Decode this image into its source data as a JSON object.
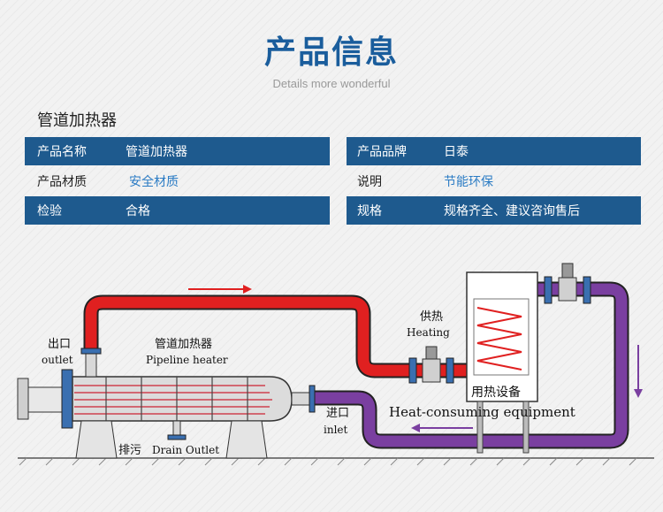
{
  "header": {
    "title": "产品信息",
    "subtitle": "Details more wonderful"
  },
  "product": {
    "name": "管道加热器"
  },
  "info_table": {
    "left": [
      {
        "label": "产品名称",
        "value": "管道加热器"
      },
      {
        "label": "产品材质",
        "value": "安全材质"
      },
      {
        "label": "检验",
        "value": "合格"
      }
    ],
    "right": [
      {
        "label": "产品品牌",
        "value": "日泰"
      },
      {
        "label": "说明",
        "value": "节能环保"
      },
      {
        "label": "规格",
        "value": "规格齐全、建议咨询售后"
      }
    ]
  },
  "diagram": {
    "outlet_cn": "出口",
    "outlet_en": "outlet",
    "heater_cn": "管道加热器",
    "heater_en": "Pipeline heater",
    "drain_cn": "排污",
    "drain_en": "Drain Outlet",
    "inlet_cn": "进口",
    "inlet_en": "inlet",
    "supply_cn": "供热",
    "supply_en": "Heating",
    "equipment_cn": "用热设备",
    "equipment_en": "Heat-consuming equipment"
  },
  "colors": {
    "accent_blue": "#1e5a8e",
    "title_blue": "#1a5d9c",
    "hot_pipe": "#e02020",
    "cold_pipe": "#7a3fa0"
  }
}
